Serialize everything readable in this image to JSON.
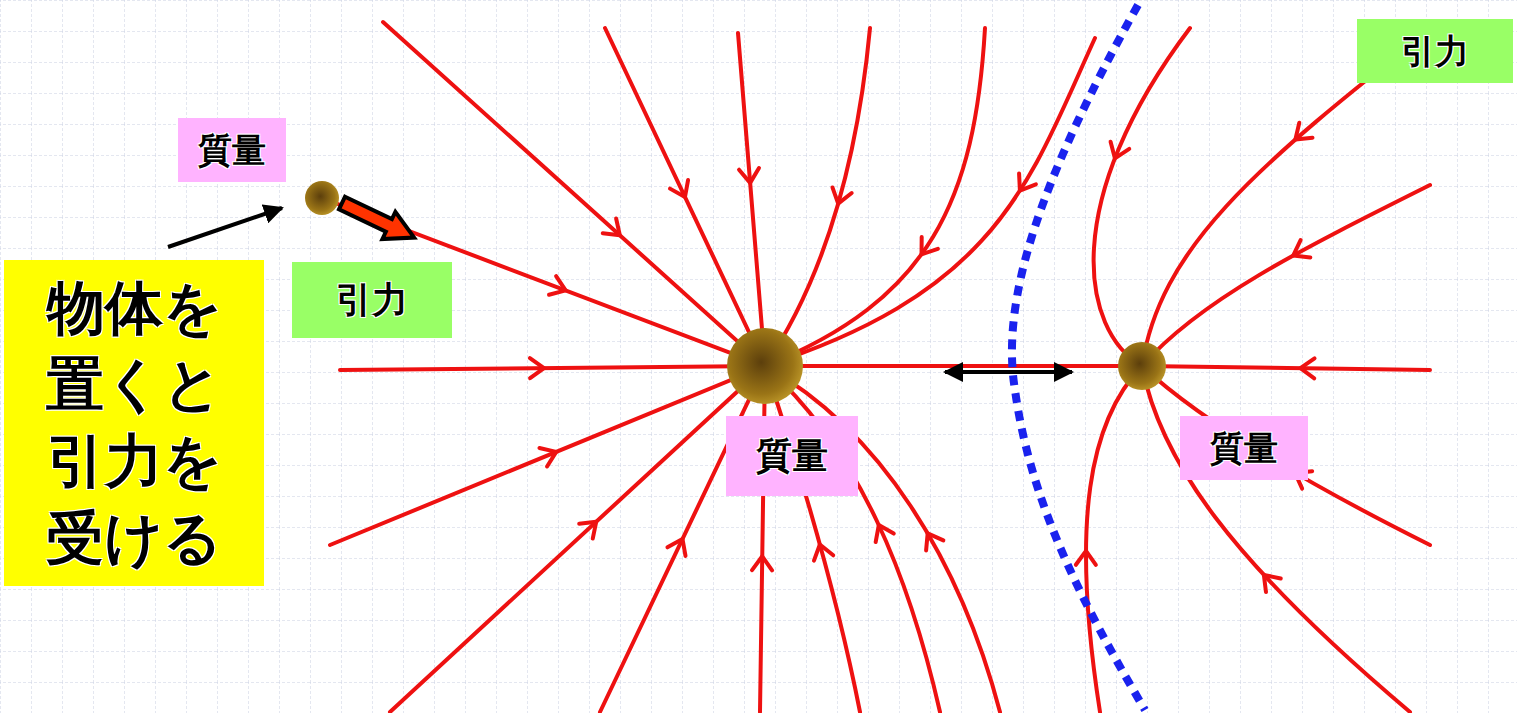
{
  "diagram": {
    "nodes": [
      {
        "text": [
          "引力"
        ]
      },
      {
        "text": [
          "質量"
        ]
      },
      {
        "text": [
          "物体を 置くと 引力を 受ける"
        ]
      },
      {
        "text": [
          "引力"
        ]
      },
      {
        "text": [
          "質量"
        ]
      },
      {
        "text": [
          "質量"
        ]
      }
    ]
  }
}
